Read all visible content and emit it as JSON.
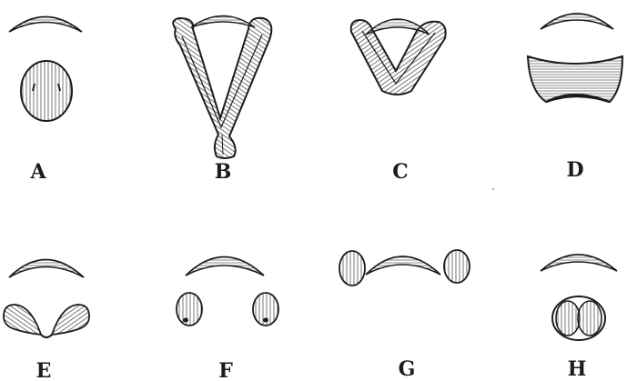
{
  "colors": {
    "ink": "#1c1c1c",
    "hatch": "#555555",
    "paper": "#ffffff"
  },
  "panels": [
    {
      "id": "A",
      "label": "A"
    },
    {
      "id": "B",
      "label": "B"
    },
    {
      "id": "C",
      "label": "C"
    },
    {
      "id": "D",
      "label": "D"
    },
    {
      "id": "E",
      "label": "E"
    },
    {
      "id": "F",
      "label": "F"
    },
    {
      "id": "G",
      "label": "G"
    },
    {
      "id": "H",
      "label": "H"
    }
  ]
}
